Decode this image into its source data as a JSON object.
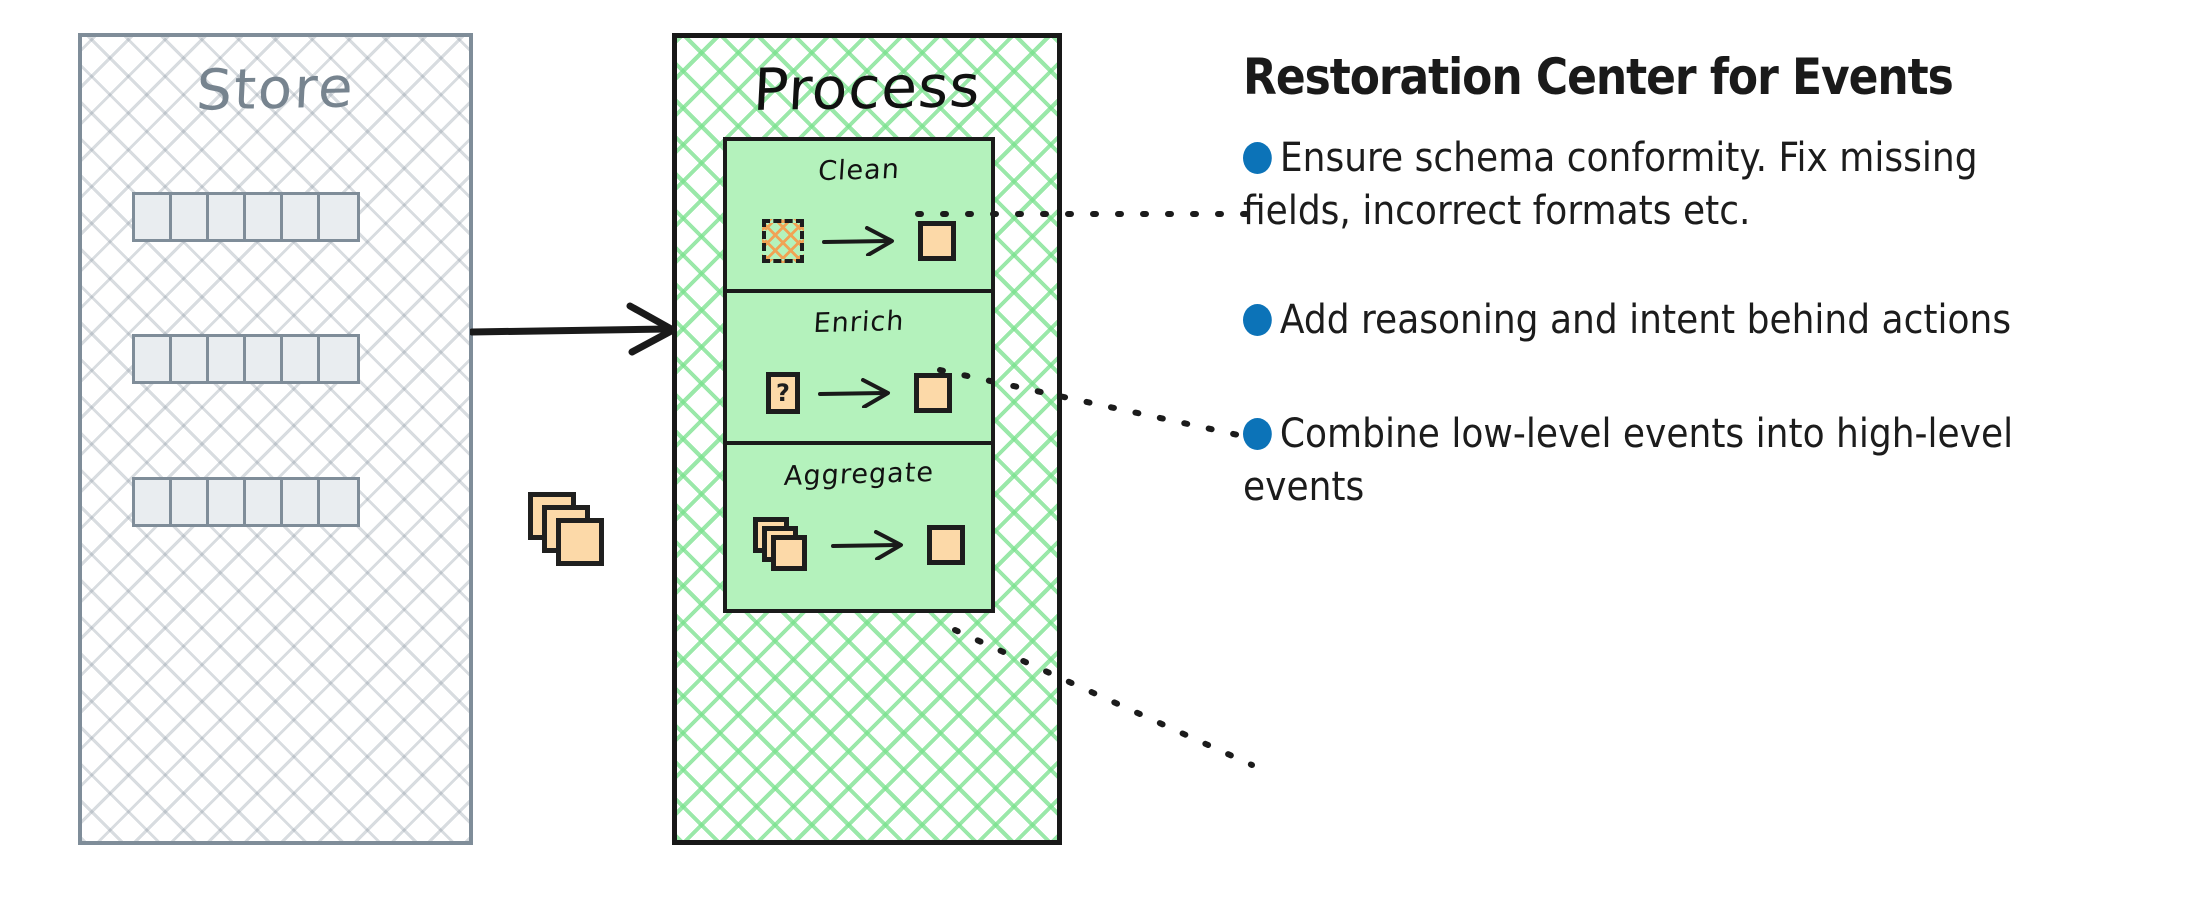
{
  "store": {
    "title": "Store",
    "rows": [
      {
        "cells": [
          "",
          "",
          "",
          "",
          "",
          ""
        ]
      },
      {
        "cells": [
          "",
          "",
          "",
          "",
          "",
          ""
        ]
      },
      {
        "cells": [
          "",
          "",
          "",
          "",
          "",
          ""
        ]
      }
    ]
  },
  "process": {
    "title": "Process",
    "steps": [
      {
        "label": "Clean",
        "input_icon": "hatched-square-icon",
        "output_icon": "square-icon"
      },
      {
        "label": "Enrich",
        "input_icon": "question-square-icon",
        "input_glyph": "?",
        "output_icon": "square-icon"
      },
      {
        "label": "Aggregate",
        "input_icon": "stacked-squares-icon",
        "output_icon": "square-icon"
      }
    ]
  },
  "flow": {
    "arrow_icon": "right-arrow-icon",
    "cards_icon": "stacked-cards-icon"
  },
  "notes": {
    "title": "Restoration Center for Events",
    "items": [
      "Ensure schema conformity. Fix missing fields, incorrect formats etc.",
      "Add reasoning and intent behind actions",
      "Combine low-level events into high-level events"
    ]
  },
  "colors": {
    "store_border": "#7F8D99",
    "store_label": "#77848F",
    "store_cell_fill": "#E9EDF0",
    "process_border": "#181818",
    "process_hatch": "#78E18C",
    "step_fill": "#B4F2BC",
    "card_fill": "#FCD9A8",
    "card_border": "#1D1D1D",
    "hatch_orange": "#F0A355",
    "bullet_blue": "#0C73B8",
    "text": "#1C1C1C"
  }
}
